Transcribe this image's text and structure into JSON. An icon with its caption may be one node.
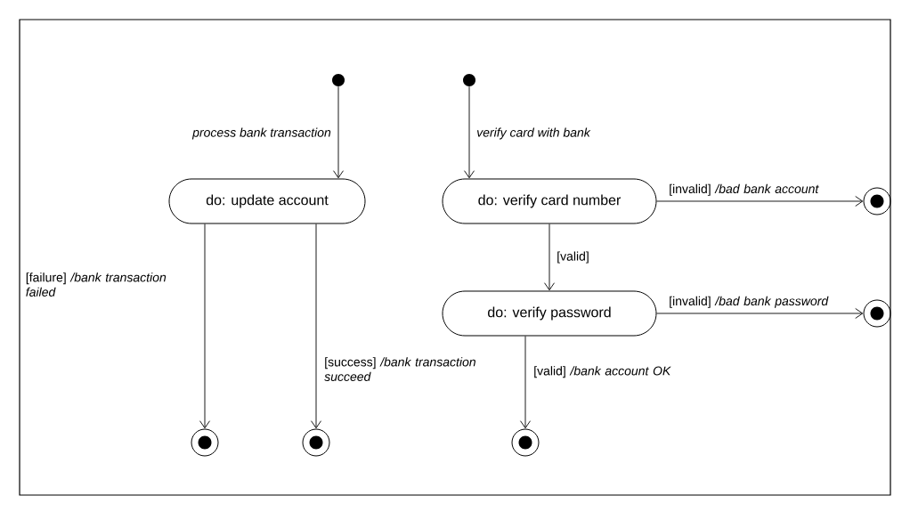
{
  "diagram": {
    "nodes": [
      {
        "text": [],
        "shape": "dot"
      },
      {
        "text": [],
        "shape": "dot"
      },
      {
        "text": [
          "do: update account"
        ]
      },
      {
        "text": [
          "do: verify card number"
        ]
      },
      {
        "text": [
          "do: verify password"
        ]
      },
      {
        "text": [],
        "shape": "target"
      },
      {
        "text": [],
        "shape": "target"
      },
      {
        "text": [],
        "shape": "target"
      },
      {
        "text": [],
        "shape": "target"
      },
      {
        "text": [],
        "shape": "target"
      }
    ],
    "edges": [
      {
        "from": 0,
        "to": 2,
        "arrow": "to",
        "label": "process bank transaction"
      },
      {
        "from": 1,
        "to": 3,
        "arrow": "to",
        "label": "verify card with bank"
      },
      {
        "from": 3,
        "to": 5,
        "arrow": "to",
        "label": "[invalid] */bad bank account*"
      },
      {
        "from": 3,
        "to": 4,
        "arrow": "to",
        "label": "[valid]"
      },
      {
        "from": 4,
        "to": 6,
        "arrow": "to",
        "label": "[invalid] */bad bank password*"
      },
      {
        "from": 2,
        "to": 7,
        "arrow": "to",
        "label": "[failure] */bank transaction failed*"
      },
      {
        "from": 2,
        "to": 8,
        "arrow": "to",
        "label": "[success] */bank transaction succeed*"
      },
      {
        "from": 4,
        "to": 9,
        "arrow": "to",
        "label": "[valid] */bank account OK*"
      }
    ]
  }
}
